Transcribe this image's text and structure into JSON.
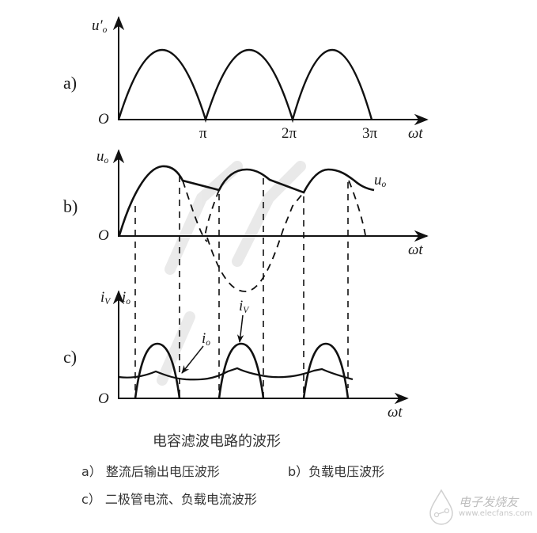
{
  "figure": {
    "title": "电容滤波电路的波形",
    "captions": [
      {
        "tag": "a）",
        "text": "整流后输出电压波形"
      },
      {
        "tag": "b）",
        "text": "负载电压波形"
      },
      {
        "tag": "c）",
        "text": "二极管电流、负载电流波形"
      }
    ],
    "watermark": {
      "logo_text": "电子发烧友",
      "url": "www.elecfans.com"
    }
  },
  "panels": {
    "a": {
      "tag": "a)",
      "y_label": "u",
      "y_label_sub": "o",
      "y_label_prime": "′",
      "origin": "O",
      "x_label": "ωt",
      "ticks": [
        "π",
        "2π",
        "3π"
      ]
    },
    "b": {
      "tag": "b)",
      "y_label": "u",
      "y_label_sub": "o",
      "origin": "O",
      "x_label": "ωt",
      "curve_label": "u",
      "curve_label_sub": "o"
    },
    "c": {
      "tag": "c)",
      "y_label_1": "i",
      "y_label_1_sub": "V",
      "y_label_2": "i",
      "y_label_2_sub": "o",
      "origin": "O",
      "x_label": "ωt",
      "annot_io": "i",
      "annot_io_sub": "o",
      "annot_iv": "i",
      "annot_iv_sub": "V"
    }
  },
  "chart_data": [
    {
      "type": "line",
      "title": "a) 整流后输出电压波形",
      "xlabel": "ωt",
      "ylabel": "u'o",
      "x_ticks": [
        "O",
        "π",
        "2π",
        "3π"
      ],
      "series": [
        {
          "name": "u'o (full-wave rectified |sin ωt|)",
          "x": [
            0,
            0.5,
            1,
            1.5,
            2,
            2.5,
            3
          ],
          "values": [
            0,
            1,
            0,
            1,
            0,
            1,
            0
          ],
          "x_unit": "π"
        }
      ]
    },
    {
      "type": "line",
      "title": "b) 负载电压波形",
      "xlabel": "ωt",
      "ylabel": "uo",
      "series": [
        {
          "name": "uo (capacitor-filtered, solid)",
          "description": "rises with sine to peak, then decays slowly until next half-wave intersects"
        },
        {
          "name": "rectified sine (dashed)",
          "description": "dashed continuation of sine half-waves"
        }
      ],
      "dashed_verticals": "mark diode conduction start/end instants"
    },
    {
      "type": "line",
      "title": "c) 二极管电流、负载电流波形",
      "xlabel": "ωt",
      "ylabel": "iV, io",
      "series": [
        {
          "name": "iV (diode current pulses)",
          "pulses": 3,
          "description": "narrow pulses only during conduction intervals"
        },
        {
          "name": "io (load current)",
          "description": "nearly constant with small ripple"
        }
      ]
    }
  ]
}
